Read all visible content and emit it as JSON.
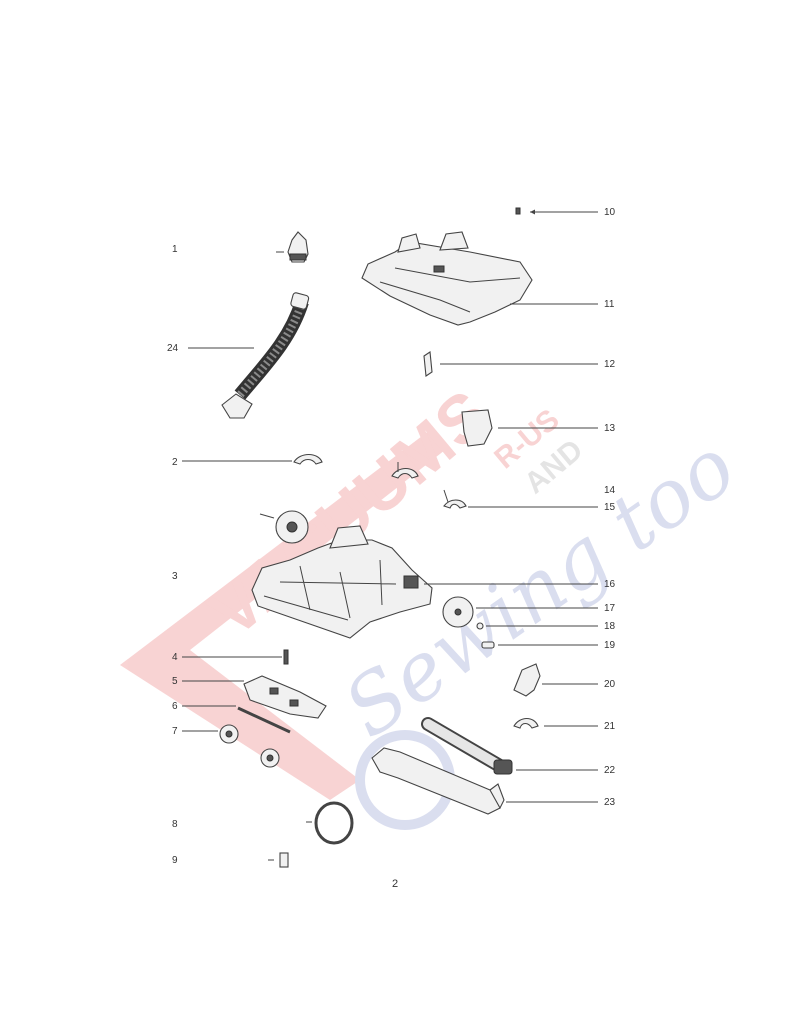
{
  "labels": {
    "p1": "1",
    "p2": "2",
    "p3": "3",
    "p4": "4",
    "p5": "5",
    "p6": "6",
    "p7": "7",
    "p8": "8",
    "p9": "9",
    "p10": "10",
    "p11": "11",
    "p12": "12",
    "p13": "13",
    "p14": "14",
    "p15": "15",
    "p16": "16",
    "p17": "17",
    "p18": "18",
    "p19": "19",
    "p20": "20",
    "p21": "21",
    "p22": "22",
    "p23": "23",
    "p24": "24"
  },
  "page_number": "2",
  "watermark": {
    "line1": "VACUUMS",
    "line2": "R-US",
    "line3": "AND",
    "line4": "Sewing too"
  },
  "colors": {
    "watermark_red": "#e23a3a",
    "watermark_blue": "#5b6cb8",
    "line": "#444444"
  }
}
